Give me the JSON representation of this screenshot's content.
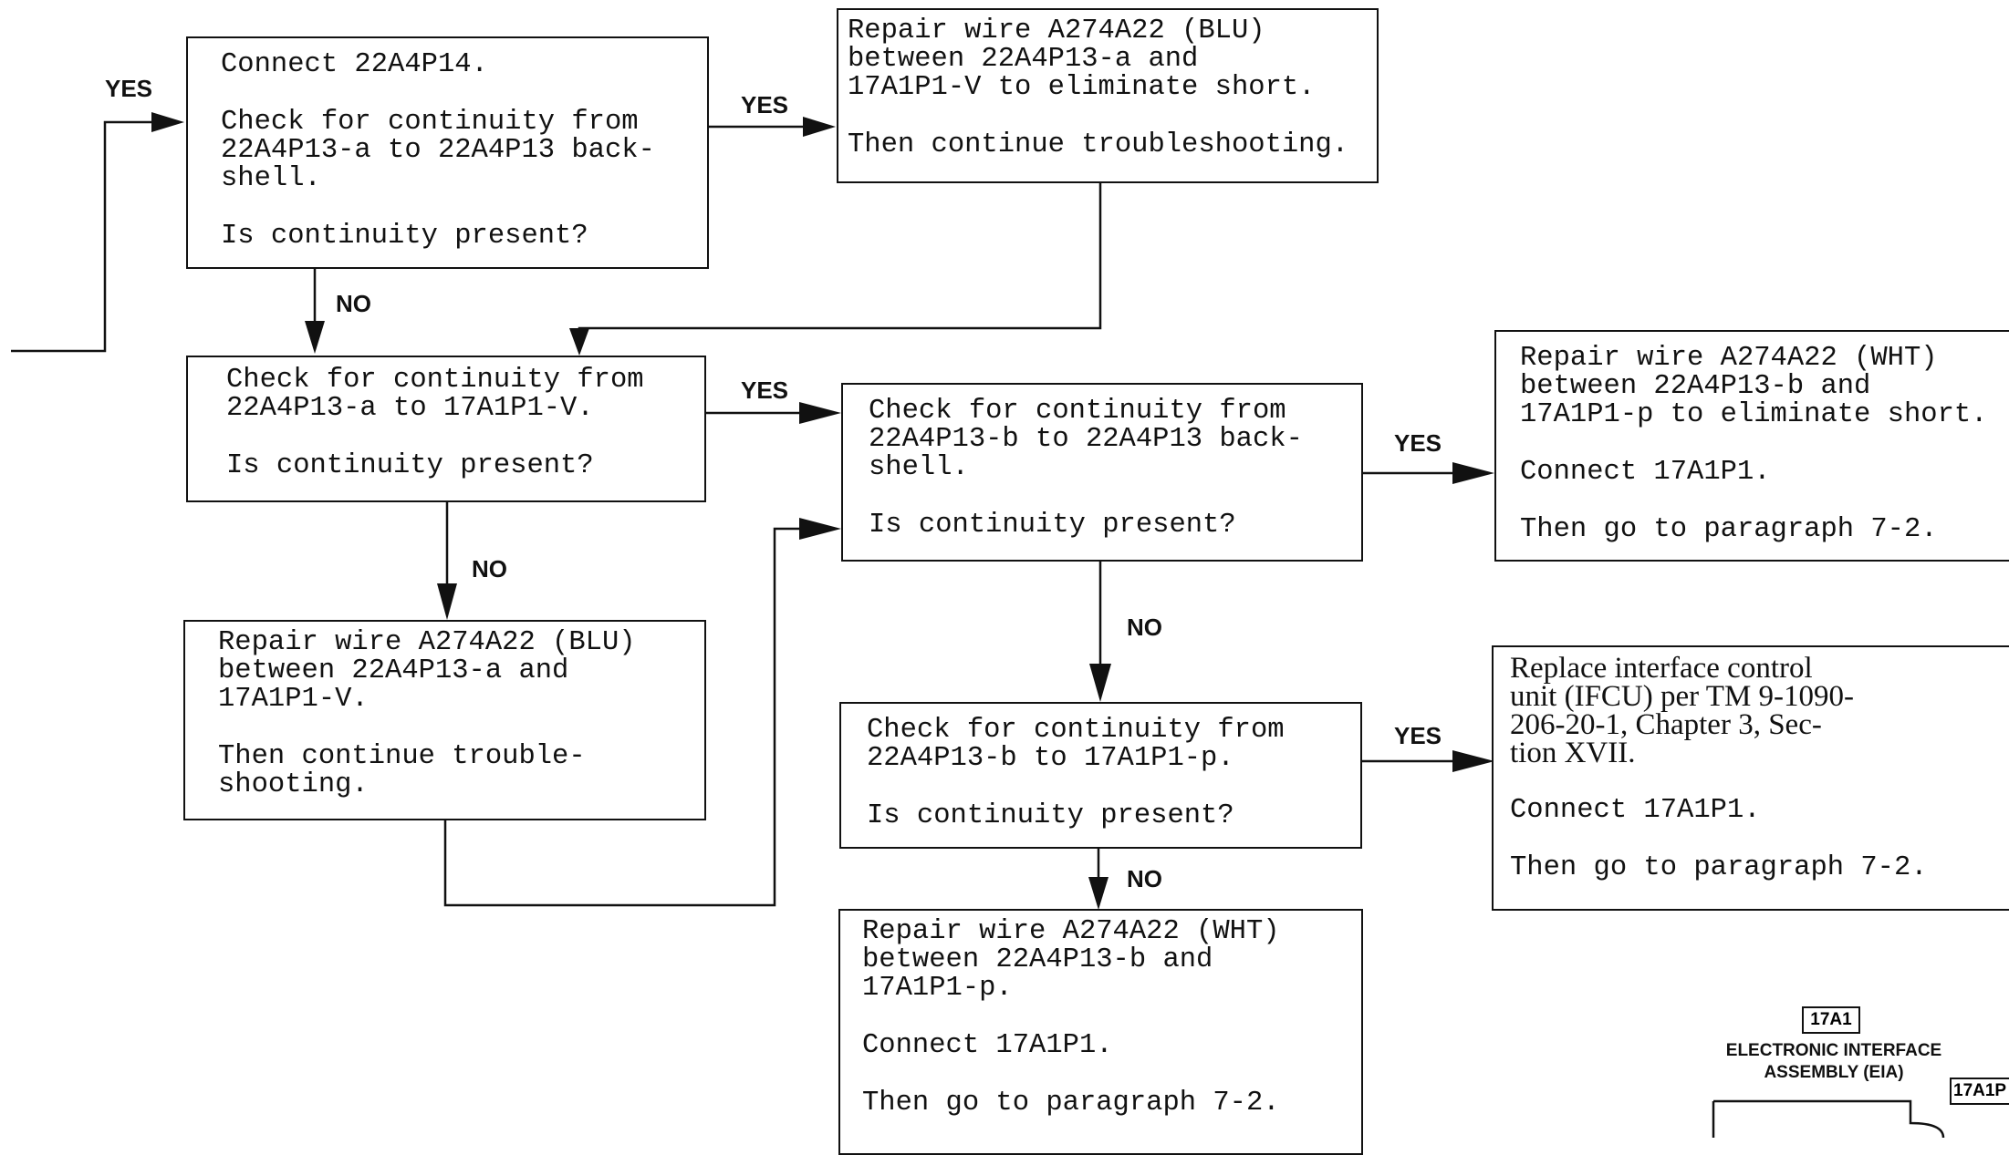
{
  "boxes": {
    "b1": [
      "Connect 22A4P14.",
      "Check for continuity from\n22A4P13-a to 22A4P13 back-\nshell.",
      "Is continuity present?"
    ],
    "b2": [
      "Repair wire A274A22 (BLU)\nbetween 22A4P13-a and\n17A1P1-V to eliminate short.",
      "Then continue troubleshooting."
    ],
    "b3": [
      "Check for continuity from\n22A4P13-a to 17A1P1-V.",
      "Is continuity present?"
    ],
    "b4": [
      "Repair wire A274A22 (BLU)\nbetween 22A4P13-a and\n17A1P1-V.",
      "Then continue trouble-\nshooting."
    ],
    "b5": [
      "Check for continuity from\n22A4P13-b to 22A4P13 back-\nshell.",
      "Is continuity present?"
    ],
    "b6": [
      "Repair wire A274A22 (WHT)\nbetween 22A4P13-b and\n17A1P1-p to eliminate short.",
      "Connect 17A1P1.",
      "Then go to paragraph 7-2."
    ],
    "b7": [
      "Check for continuity from\n22A4P13-b to 17A1P1-p.",
      "Is continuity present?"
    ],
    "b8": [
      "Replace interface control\nunit (IFCU) per TM 9-1090-\n206-20-1, Chapter 3, Sec-\ntion XVII.",
      "Connect 17A1P1.",
      "Then go to paragraph 7-2."
    ],
    "b9": [
      "Repair wire A274A22 (WHT)\nbetween 22A4P13-b and\n17A1P1-p.",
      "Connect 17A1P1.",
      "Then go to paragraph 7-2."
    ]
  },
  "labels": {
    "yes": "YES",
    "no": "NO"
  },
  "inset": {
    "tag": "17A1",
    "title_line1": "ELECTRONIC INTERFACE",
    "title_line2": "ASSEMBLY (EIA)",
    "connector_tag": "17A1P"
  }
}
